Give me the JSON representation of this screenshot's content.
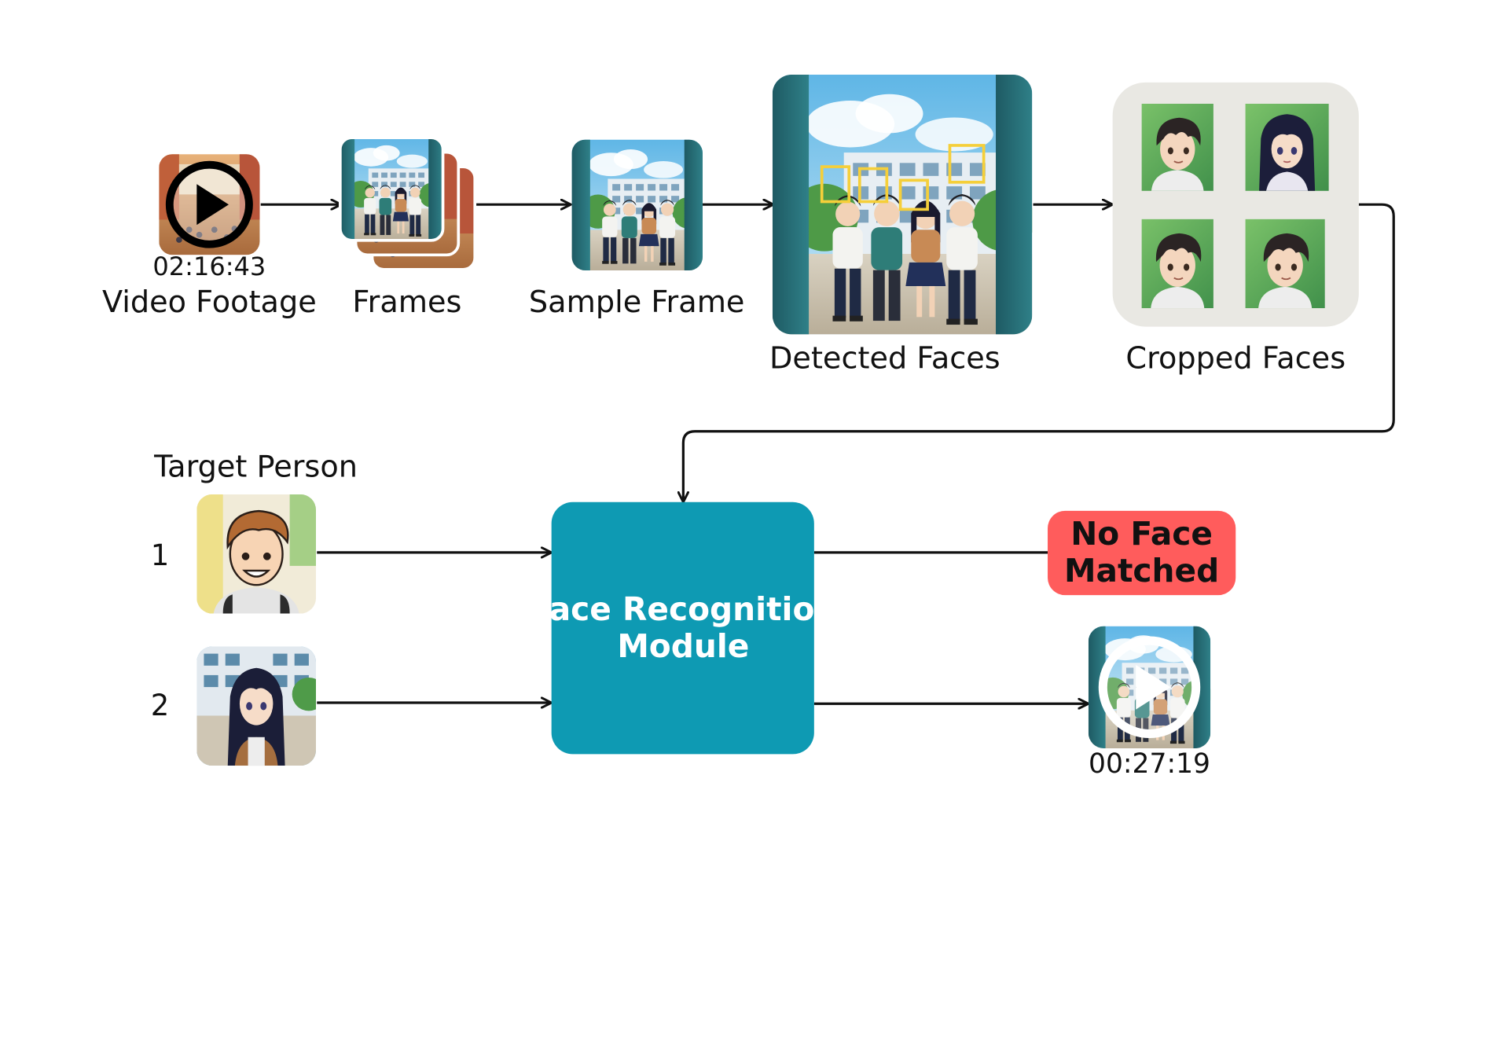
{
  "colors": {
    "module": "#0E9AB3",
    "no_match": "#FF5C5C",
    "face_box": "#F5CF3A",
    "cropped_panel": "#E9E8E3",
    "arrow": "#111111"
  },
  "pipeline": {
    "video_footage": {
      "label": "Video Footage",
      "timecode": "02:16:43",
      "icon": "play-icon"
    },
    "frames": {
      "label": "Frames"
    },
    "sample_frame": {
      "label": "Sample Frame"
    },
    "detected_faces": {
      "label": "Detected Faces",
      "face_box_count": 4
    },
    "cropped_faces": {
      "label": "Cropped Faces",
      "crop_count": 4
    }
  },
  "targets": {
    "title": "Target Person",
    "items": [
      {
        "index": "1"
      },
      {
        "index": "2"
      }
    ]
  },
  "module": {
    "line1": "Face Recognition",
    "line2": "Module"
  },
  "results": {
    "no_match": {
      "line1": "No Face",
      "line2": "Matched"
    },
    "match_clip": {
      "timecode": "00:27:19",
      "icon": "play-icon"
    }
  }
}
